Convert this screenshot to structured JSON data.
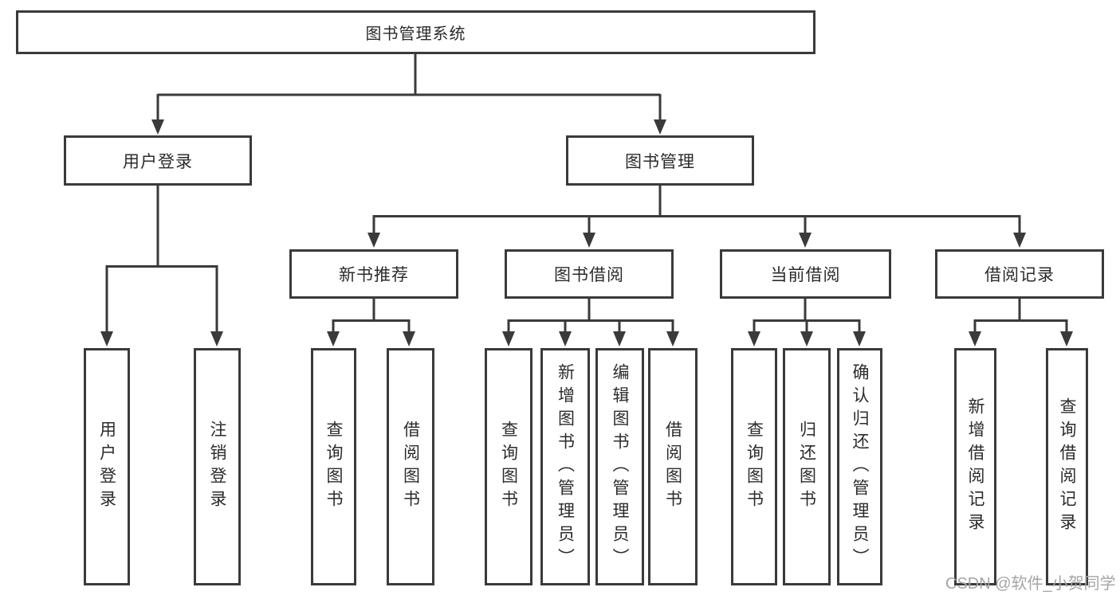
{
  "diagram": {
    "tree": {
      "root": {
        "label": "图书管理系统"
      },
      "children": [
        {
          "label": "用户登录",
          "children": [
            {
              "label": "用户登录"
            },
            {
              "label": "注销登录"
            }
          ]
        },
        {
          "label": "图书管理",
          "children": [
            {
              "label": "新书推荐",
              "children": [
                {
                  "label": "查询图书"
                },
                {
                  "label": "借阅图书"
                }
              ]
            },
            {
              "label": "图书借阅",
              "children": [
                {
                  "label": "查询图书"
                },
                {
                  "label": "新增图书（管理员）"
                },
                {
                  "label": "编辑图书（管理员）"
                },
                {
                  "label": "借阅图书"
                }
              ]
            },
            {
              "label": "当前借阅",
              "children": [
                {
                  "label": "查询图书"
                },
                {
                  "label": "归还图书"
                },
                {
                  "label": "确认归还（管理员）"
                }
              ]
            },
            {
              "label": "借阅记录",
              "children": [
                {
                  "label": "新增借阅记录"
                },
                {
                  "label": "查询借阅记录"
                }
              ]
            }
          ]
        }
      ]
    },
    "colors": {
      "line": "#3a3a3a",
      "text": "#2b2b2b",
      "background": "#ffffff",
      "watermark": "#a5a5a5"
    }
  },
  "watermark": {
    "text": "CSDN @软件_小贺同学"
  }
}
